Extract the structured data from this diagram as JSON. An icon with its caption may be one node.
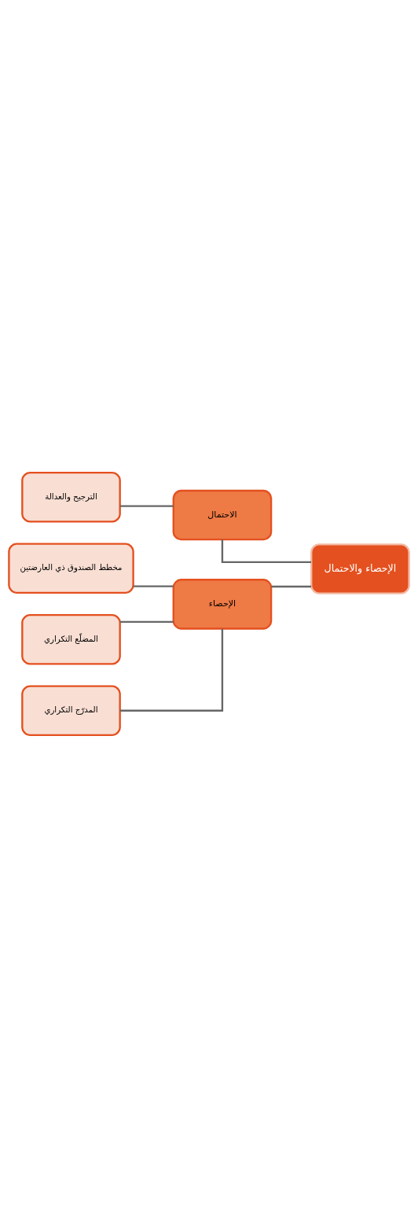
{
  "diagram": {
    "nodes": [
      {
        "text": [
          "الإحصاء والاحتمال"
        ]
      },
      {
        "text": [
          "الاحتمال"
        ]
      },
      {
        "text": [
          "الترجيح والعدالة"
        ]
      },
      {
        "text": [
          "الإحصاء"
        ]
      },
      {
        "text": [
          "مخطط الصندوق ذي العارضتين"
        ]
      },
      {
        "text": [
          "المضلّع التكراري"
        ]
      },
      {
        "text": [
          "المدرّج التكراري"
        ]
      }
    ],
    "edges": [
      {
        "from": 0,
        "to": 1,
        "arrow": "none"
      },
      {
        "from": 1,
        "to": 2,
        "arrow": "none"
      },
      {
        "from": 0,
        "to": 3,
        "arrow": "none"
      },
      {
        "from": 3,
        "to": 4,
        "arrow": "none"
      },
      {
        "from": 3,
        "to": 5,
        "arrow": "none"
      },
      {
        "from": 3,
        "to": 6,
        "arrow": "none"
      }
    ]
  }
}
